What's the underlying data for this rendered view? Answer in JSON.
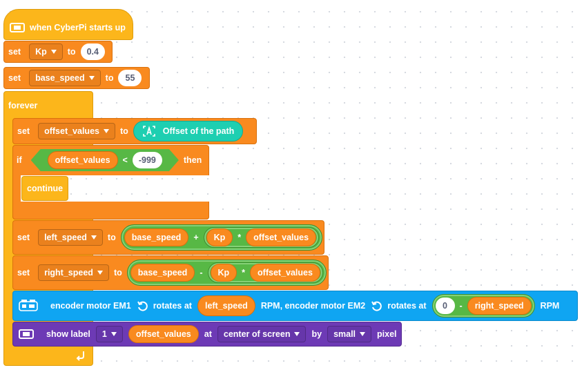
{
  "hat": {
    "label": "when CyberPi starts up"
  },
  "set_kp": {
    "set": "set",
    "var": "Kp",
    "to": "to",
    "value": "0.4"
  },
  "set_base": {
    "set": "set",
    "var": "base_speed",
    "to": "to",
    "value": "55"
  },
  "forever": {
    "label": "forever"
  },
  "set_offset": {
    "set": "set",
    "var": "offset_values",
    "to": "to",
    "sensor": "Offset of the path"
  },
  "if_block": {
    "if": "if",
    "reporter": "offset_values",
    "op": "<",
    "value": "-999",
    "then": "then"
  },
  "continue_block": {
    "label": "continue"
  },
  "set_left": {
    "set": "set",
    "var": "left_speed",
    "to": "to",
    "a": "base_speed",
    "plus": "+",
    "kp": "Kp",
    "times": "*",
    "b": "offset_values"
  },
  "set_right": {
    "set": "set",
    "var": "right_speed",
    "to": "to",
    "a": "base_speed",
    "minus": "-",
    "kp": "Kp",
    "times": "*",
    "b": "offset_values"
  },
  "motor": {
    "part1": "encoder motor EM1",
    "rotates1": "rotates at",
    "speed1": "left_speed",
    "part2": "RPM, encoder motor EM2",
    "rotates2": "rotates at",
    "zero": "0",
    "minus": "-",
    "speed2": "right_speed",
    "rpm": "RPM"
  },
  "label_block": {
    "show": "show label",
    "num": "1",
    "var": "offset_values",
    "at": "at",
    "pos": "center of screen",
    "by": "by",
    "size": "small",
    "pixel": "pixel"
  },
  "colors": {
    "control": "#fcb61b",
    "variables": "#f98a1f",
    "motion": "#0fa5f2",
    "display": "#6d3ab5",
    "operators": "#57b845",
    "sensing": "#1ecfb1"
  }
}
